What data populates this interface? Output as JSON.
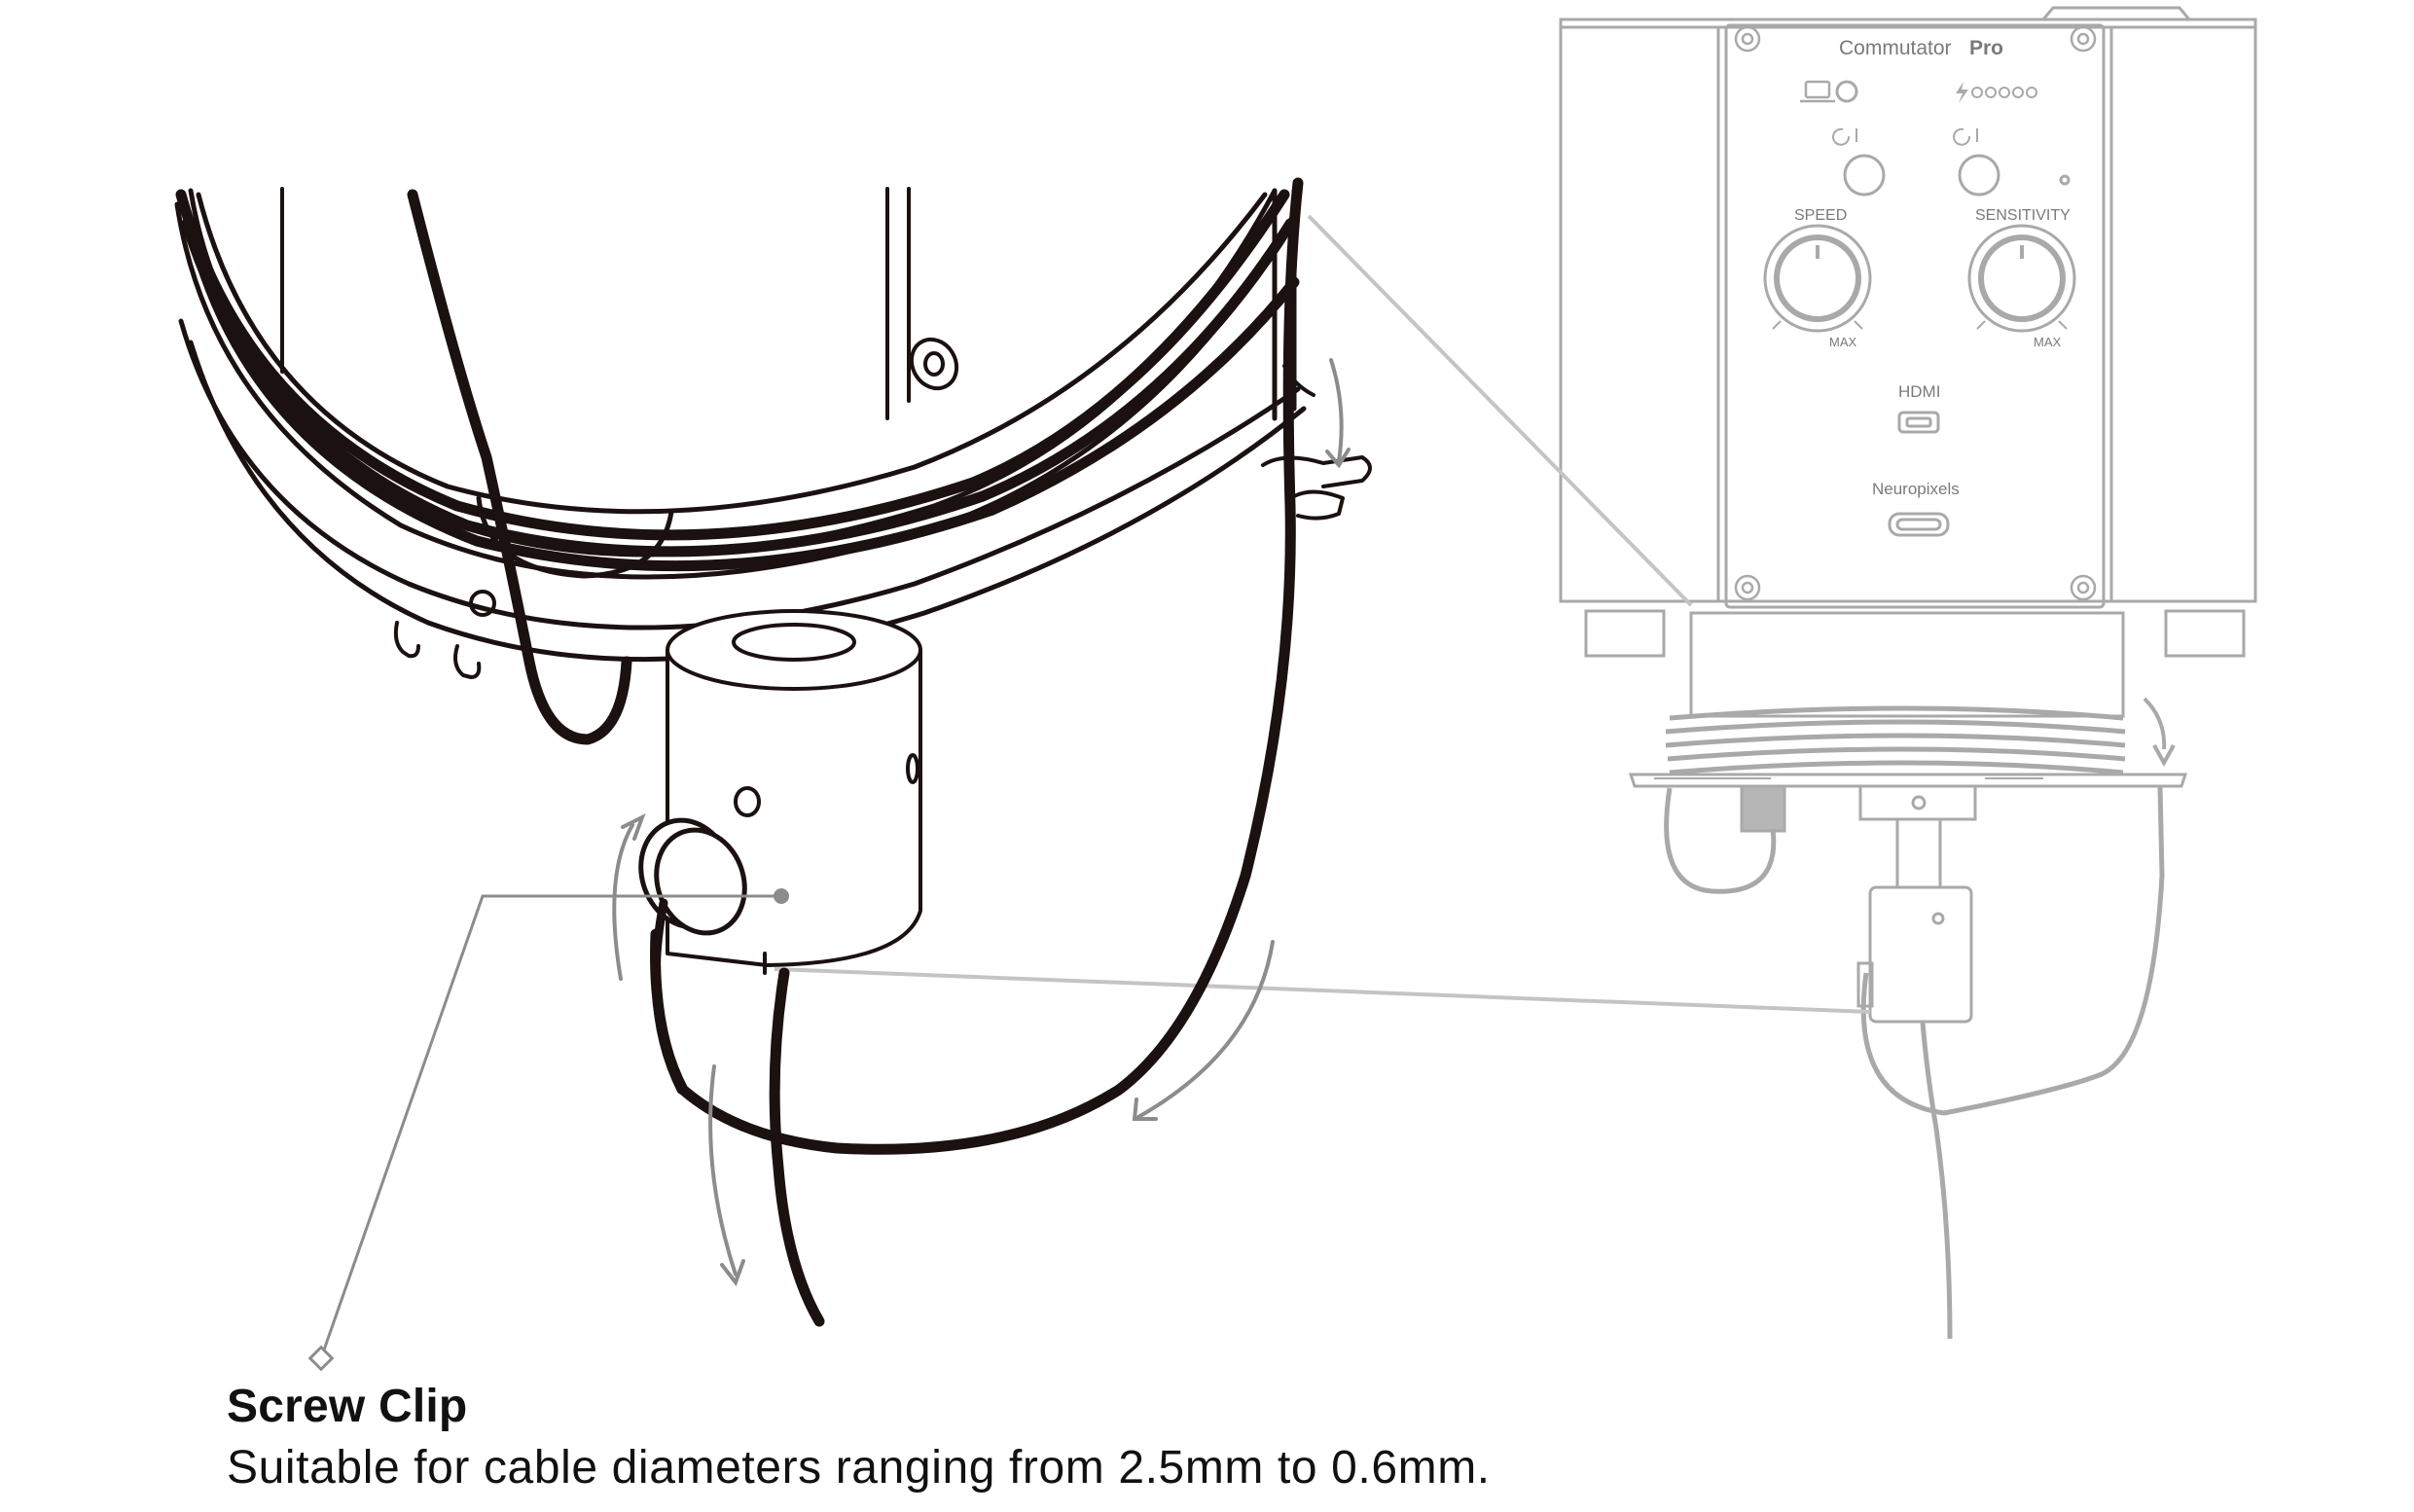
{
  "callout": {
    "title": "Screw Clip",
    "description": "Suitable for cable diameters ranging from 2.5mm to 0.6mm."
  },
  "device": {
    "brand": "Commutator",
    "model": "Pro",
    "speed_label": "SPEED",
    "sensitivity_label": "SENSITIVITY",
    "speed_max_label": "MAX",
    "sensitivity_max_label": "MAX",
    "hdmi_label": "HDMI",
    "neuropixels_label": "Neuropixels"
  },
  "colors": {
    "line_dark": "#1a1110",
    "line_device": "#a9a9a9",
    "arrow": "#8c8c8c",
    "text": "#111111"
  },
  "icons": [
    "laptop-icon",
    "lightning-icon",
    "rotate-icon",
    "diamond-marker-icon",
    "arrow-icon"
  ]
}
